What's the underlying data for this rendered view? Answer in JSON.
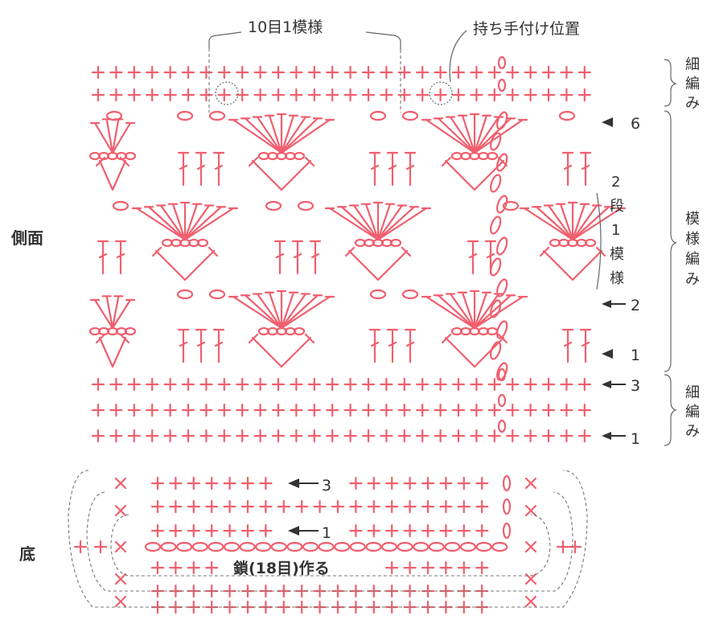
{
  "labels": {
    "pattern_repeat": "10目1模様",
    "handle_position": "持ち手付け位置",
    "side": "側面",
    "bottom": "底",
    "chain_start": "鎖(18目)作る",
    "two_rows_one_pattern": [
      "2",
      "段",
      "1",
      "模",
      "様"
    ],
    "sc_top": [
      "細",
      "編",
      "み"
    ],
    "pattern_stitch": [
      "模",
      "様",
      "編",
      "み"
    ],
    "sc_bottom": [
      "細",
      "編",
      "み"
    ]
  },
  "row_markers": {
    "top_6": "6",
    "pattern_2": "2",
    "pattern_1": "1",
    "sc_3": "3",
    "sc_1": "1",
    "base_3": "3",
    "base_1": "1"
  },
  "colors": {
    "stitch": "#ef5f6e",
    "text": "#333333",
    "guide": "#777777"
  }
}
